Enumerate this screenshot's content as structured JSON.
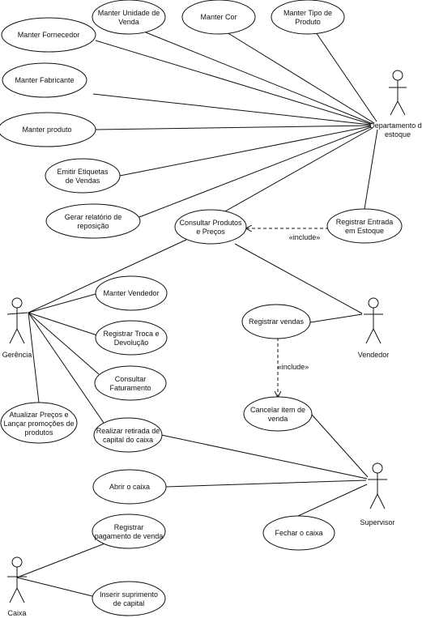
{
  "actors": {
    "estoque": [
      "Departamento de",
      "estoque"
    ],
    "gerencia": [
      "Gerência"
    ],
    "vendedor": [
      "Vendedor"
    ],
    "supervisor": [
      "Supervisor"
    ],
    "caixa": [
      "Caixa"
    ]
  },
  "use_cases": {
    "manter_fornecedor": [
      "Manter Fornecedor"
    ],
    "manter_unidade": [
      "Manter Unidade de",
      "Venda"
    ],
    "manter_cor": [
      "Manter Cor"
    ],
    "manter_tipo": [
      "Manter Tipo de",
      "Produto"
    ],
    "manter_fabricante": [
      "Manter Fabricante"
    ],
    "manter_produto": [
      "Manter produto"
    ],
    "emitir_etiquetas": [
      "Emitir Etiquetas",
      "de Vendas"
    ],
    "gerar_relatorio": [
      "Gerar relatório de",
      "reposição"
    ],
    "consultar_produtos": [
      "Consultar Produtos",
      "e Preços"
    ],
    "registrar_entrada": [
      "Registrar Entrada",
      "em Estoque"
    ],
    "manter_vendedor": [
      "Manter Vendedor"
    ],
    "registrar_troca": [
      "Registrar Troca e",
      "Devolução"
    ],
    "consultar_faturamento": [
      "Consultar",
      "Faturamento"
    ],
    "atualizar_precos": [
      "Atualizar Preços e",
      "Lançar promoções de",
      "produtos"
    ],
    "realizar_retirada": [
      "Realizar retirada de",
      "capital do caixa"
    ],
    "registrar_vendas": [
      "Registrar vendas"
    ],
    "cancelar_item": [
      "Cancelar item de",
      "venda"
    ],
    "abrir_caixa": [
      "Abrir o caixa"
    ],
    "fechar_caixa": [
      "Fechar o caixa"
    ],
    "registrar_pagamento": [
      "Registrar",
      "pagamento de venda"
    ],
    "inserir_suprimento": [
      "Inserir suprimento",
      "de capital"
    ]
  },
  "stereotypes": {
    "include_1": "«include»",
    "include_2": "«include»"
  }
}
